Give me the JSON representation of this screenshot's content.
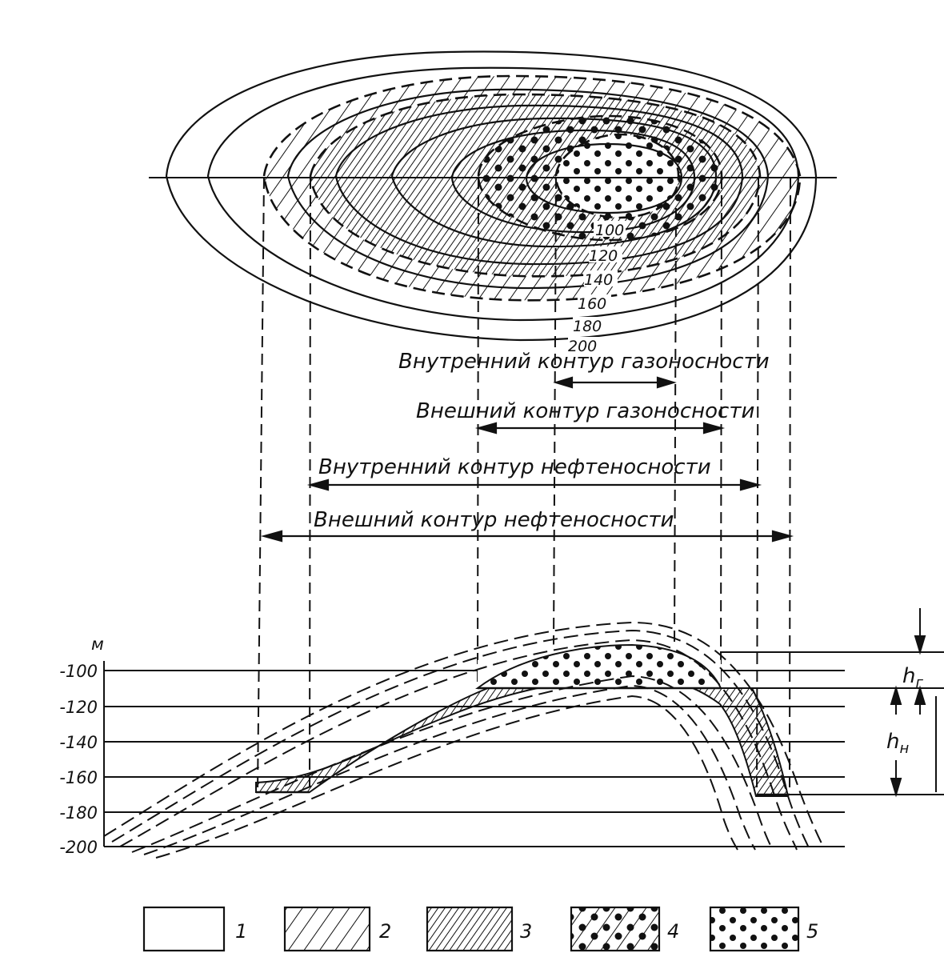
{
  "labels": {
    "inner_gas": "Внутренний контур газоносности",
    "outer_gas": "Внешний контур газоносности",
    "inner_oil": "Внутренний контур нефтеносности",
    "outer_oil": "Внешний контур нефтеносности"
  },
  "depth_axis": {
    "unit": "м",
    "ticks": [
      "-100",
      "-120",
      "-140",
      "-160",
      "-180",
      "-200"
    ]
  },
  "contours": [
    "100",
    "120",
    "140",
    "160",
    "180",
    "200"
  ],
  "thickness": {
    "gas": "h",
    "gas_sub": "г",
    "oil": "h",
    "oil_sub": "н"
  },
  "legend": [
    "1",
    "2",
    "3",
    "4",
    "5"
  ]
}
